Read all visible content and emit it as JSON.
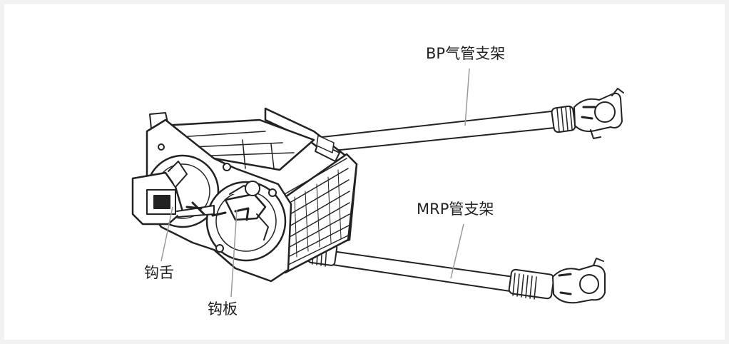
{
  "labels": {
    "bp_bracket": "BP气管支架",
    "mrp_bracket": "MRP管支架",
    "hook_tongue": "钩舌",
    "hook_plate": "钩板"
  },
  "colors": {
    "ink": "#222222",
    "paper": "#ffffff",
    "background": "#f2f2f2",
    "leader": "#9a9a9a"
  }
}
